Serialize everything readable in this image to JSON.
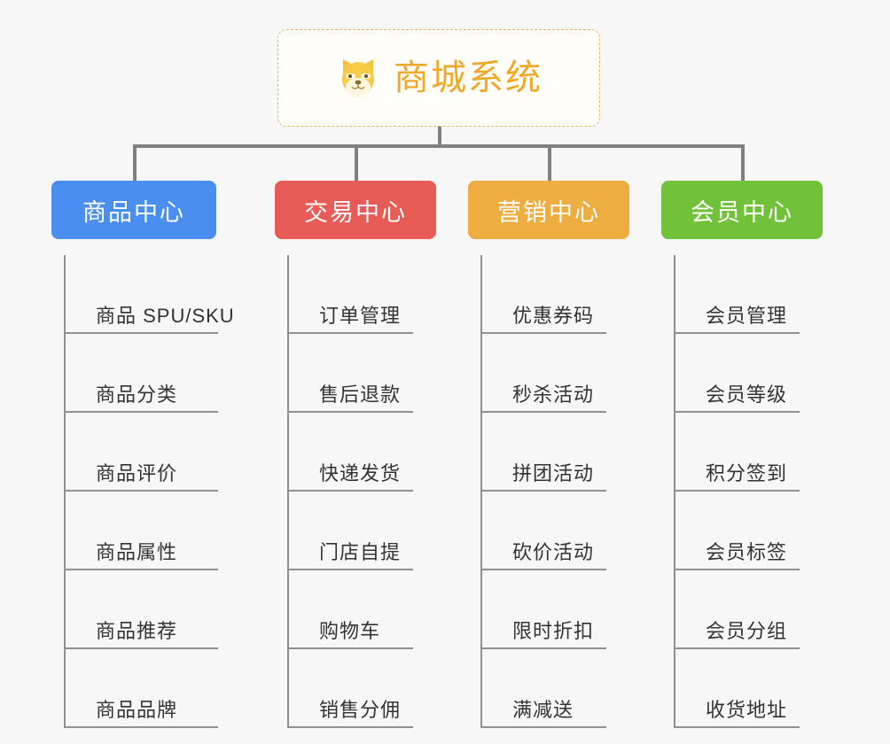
{
  "root": {
    "title": "商城系统",
    "icon": "dog-face-icon",
    "border_color": "#e8b55c",
    "text_color": "#efa828"
  },
  "background_color": "#f7f7f7",
  "connector_color": "#808080",
  "categories": [
    {
      "label": "商品中心",
      "color": "#4a8ef0",
      "items": [
        "商品 SPU/SKU",
        "商品分类",
        "商品评价",
        "商品属性",
        "商品推荐",
        "商品品牌"
      ]
    },
    {
      "label": "交易中心",
      "color": "#e85c58",
      "items": [
        "订单管理",
        "售后退款",
        "快递发货",
        "门店自提",
        "购物车",
        "销售分佣"
      ]
    },
    {
      "label": "营销中心",
      "color": "#edad41",
      "items": [
        "优惠券码",
        "秒杀活动",
        "拼团活动",
        "砍价活动",
        "限时折扣",
        "满减送"
      ]
    },
    {
      "label": "会员中心",
      "color": "#72c13b",
      "items": [
        "会员管理",
        "会员等级",
        "积分签到",
        "会员标签",
        "会员分组",
        "收货地址"
      ]
    }
  ]
}
